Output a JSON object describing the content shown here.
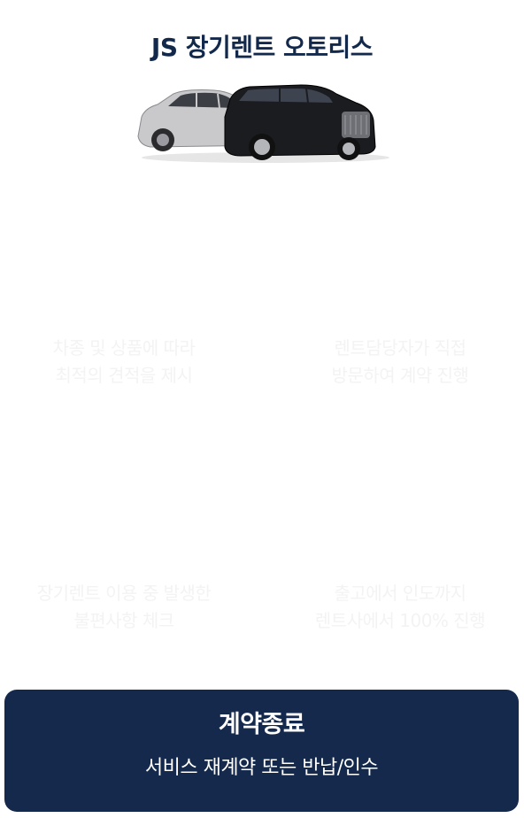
{
  "header": {
    "title": "JS 장기렌트 오토리스"
  },
  "features": [
    {
      "line1": "차종 및 상품에 따라",
      "line2": "최적의 견적을 제시"
    },
    {
      "line1": "렌트담당자가 직접",
      "line2": "방문하여 계약 진행"
    },
    {
      "line1": "장기렌트 이용 중 발생한",
      "line2": "불편사항 체크"
    },
    {
      "line1": "출고에서 인도까지",
      "line2": "렌트사에서 100% 진행"
    }
  ],
  "banner": {
    "title": "계약종료",
    "subtitle": "서비스 재계약 또는 반납/인수"
  },
  "colors": {
    "navy": "#14294b",
    "faded_text": "#f3f3f3"
  }
}
